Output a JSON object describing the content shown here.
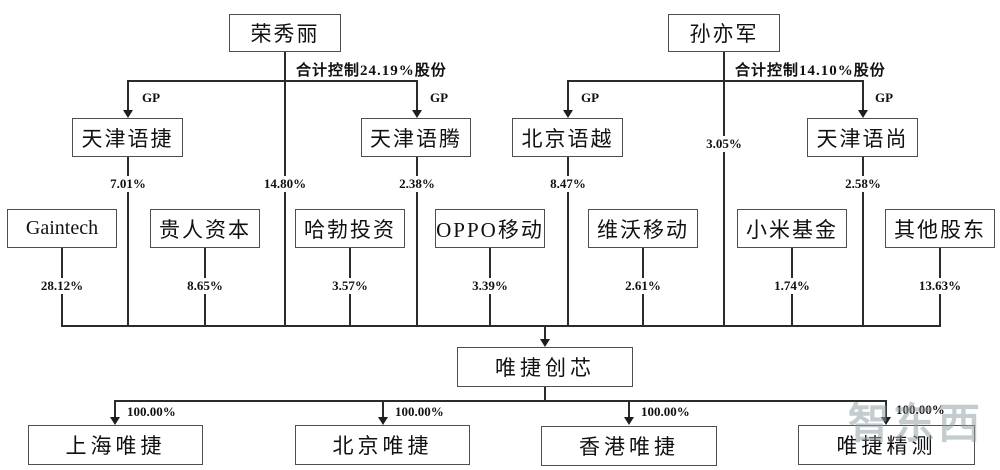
{
  "diagram": {
    "top": {
      "rong": "荣秀丽",
      "sun": "孙亦军",
      "rong_control": "合计控制24.19%股份",
      "sun_control": "合计控制14.10%股份",
      "gp": "GP"
    },
    "partnerships": {
      "tianjin_yujie": "天津语捷",
      "tianjin_yuteng": "天津语腾",
      "beijing_yuyue": "北京语越",
      "tianjin_yushang": "天津语尚"
    },
    "shareholders": {
      "gaintech": "Gaintech",
      "guiren": "贵人资本",
      "habo": "哈勃投资",
      "oppo": "OPPO移动",
      "vivo": "维沃移动",
      "xiaomi": "小米基金",
      "other": "其他股东"
    },
    "company": "唯捷创芯",
    "subsidiaries": {
      "shanghai": "上海唯捷",
      "beijing": "北京唯捷",
      "hongkong": "香港唯捷",
      "jingce": "唯捷精测"
    },
    "percents": {
      "yujie": "7.01%",
      "rong_direct": "14.80%",
      "yuteng": "2.38%",
      "yuyue": "8.47%",
      "sun_direct": "3.05%",
      "yushang": "2.58%",
      "gaintech": "28.12%",
      "guiren": "8.65%",
      "habo": "3.57%",
      "oppo": "3.39%",
      "vivo": "2.61%",
      "xiaomi": "1.74%",
      "other": "13.63%",
      "subsidiary": "100.00%"
    },
    "watermark": "智东西"
  }
}
